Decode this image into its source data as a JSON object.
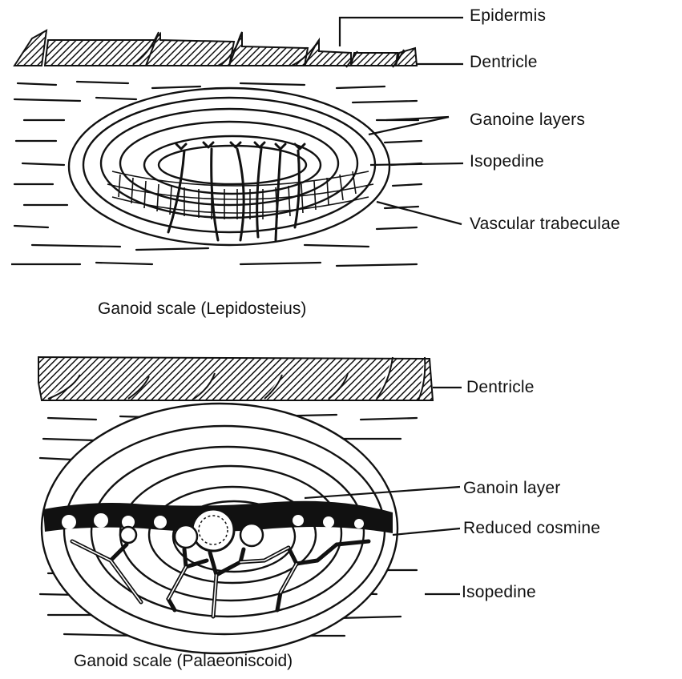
{
  "figure1": {
    "caption": "Ganoid scale (Lepidosteius)",
    "labels": {
      "epidermis": "Epidermis",
      "dentricle": "Dentricle",
      "ganoine_layers": "Ganoine layers",
      "isopedine": "Isopedine",
      "vascular_trabeculae": "Vascular trabeculae"
    }
  },
  "figure2": {
    "caption": "Ganoid scale (Palaeoniscoid)",
    "labels": {
      "dentricle": "Dentricle",
      "ganoin_layer": "Ganoin layer",
      "reduced_cosmine": "Reduced cosmine",
      "isopedine": "Isopedine"
    }
  },
  "colors": {
    "ink": "#111111",
    "paper": "#ffffff"
  }
}
